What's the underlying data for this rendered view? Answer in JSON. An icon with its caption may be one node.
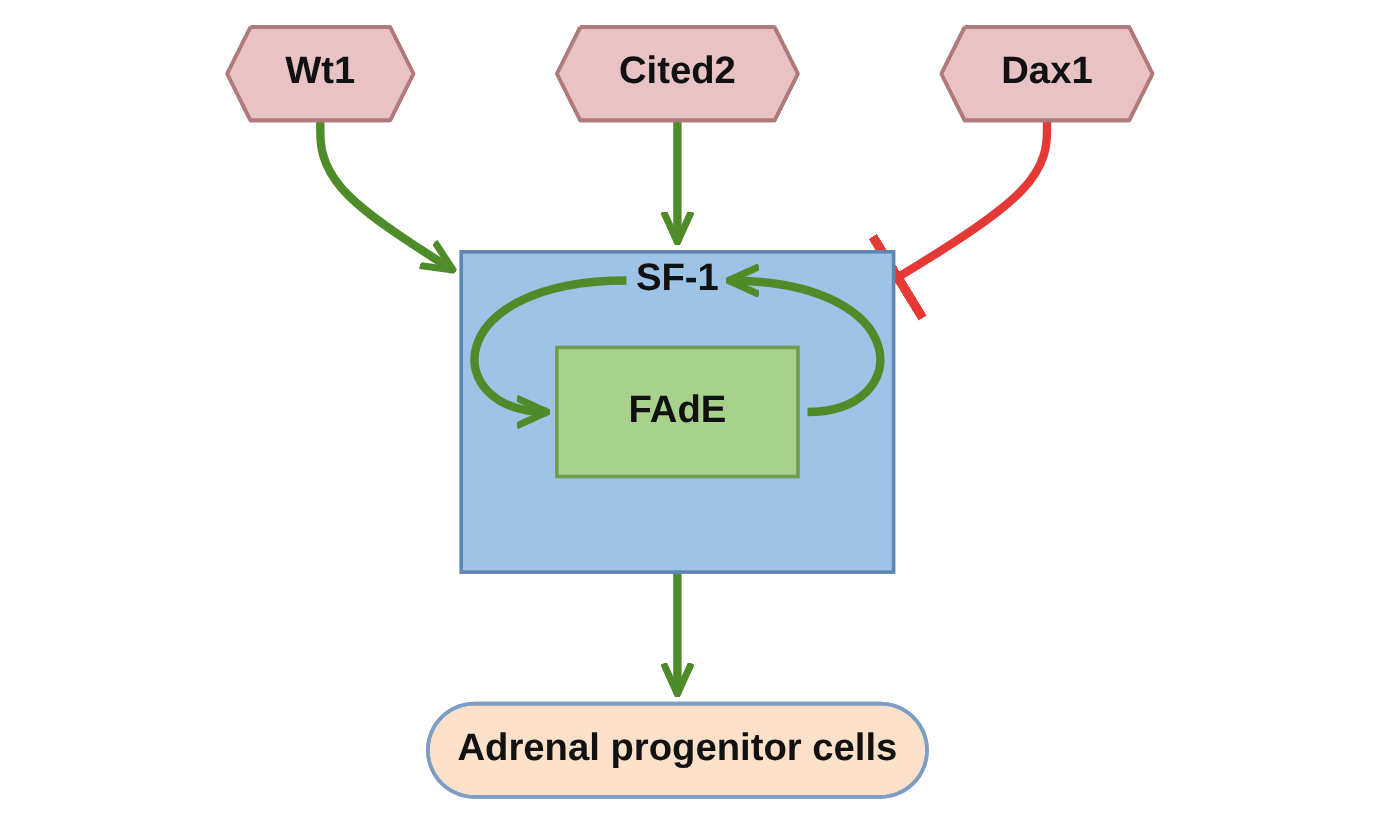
{
  "diagram": {
    "nodes": [
      {
        "text": [
          "Wt1"
        ]
      },
      {
        "text": [
          "Cited2"
        ]
      },
      {
        "text": [
          "SF-1"
        ]
      },
      {
        "text": [
          "FAdE"
        ],
        "in": 2
      },
      {
        "text": [
          "Adrenal progenitor cells"
        ]
      },
      {
        "text": [
          "Dax1"
        ]
      }
    ],
    "edges": [
      {
        "from": 0,
        "to": 2,
        "arrow": "to"
      },
      {
        "from": 1,
        "to": 2,
        "arrow": "to"
      },
      {
        "from": 2,
        "to": 3,
        "arrow": "to"
      },
      {
        "from": 3,
        "to": 2,
        "arrow": "to"
      },
      {
        "from": 2,
        "to": 4,
        "arrow": "to"
      },
      {
        "from": 5,
        "to": 2,
        "arrow": "other",
        "color": "#e53935"
      }
    ]
  }
}
